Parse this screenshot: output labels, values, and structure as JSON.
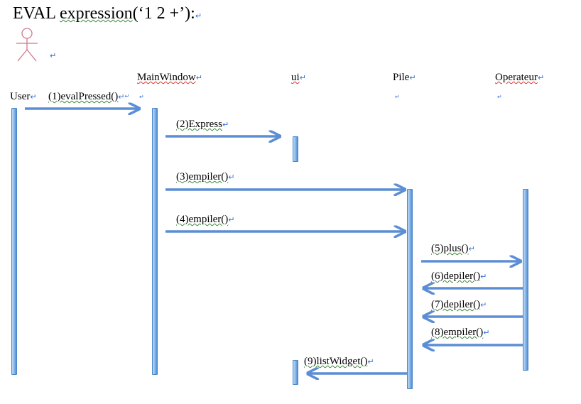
{
  "title": {
    "prefix": "EVAL ",
    "underlined": "expression",
    "suffix": "(‘1 2 +’):",
    "pilcrow": "↵"
  },
  "actor_pilcrow": "↵",
  "participants": [
    {
      "label": "User",
      "pilcrow": "↵"
    },
    {
      "label": "MainWindow",
      "pilcrow": "↵"
    },
    {
      "label": "ui",
      "pilcrow": "↵"
    },
    {
      "label": "Pile",
      "pilcrow": "↵"
    },
    {
      "label": "Operateur",
      "pilcrow": "↵"
    }
  ],
  "messages": [
    {
      "label": "(1)evalPressed()",
      "pilcrow": "↵"
    },
    {
      "label": "(2)Express",
      "pilcrow": "↵"
    },
    {
      "label": "(3)empiler()",
      "pilcrow": "↵"
    },
    {
      "label": "(4)empiler()",
      "pilcrow": "↵"
    },
    {
      "label": "(5)plus()",
      "pilcrow": "↵"
    },
    {
      "label": "(6)depiler()",
      "pilcrow": "↵"
    },
    {
      "label": "(7)depiler()",
      "pilcrow": "↵"
    },
    {
      "label": "(8)empiler()",
      "pilcrow": "↵"
    },
    {
      "label": "(9)listWidget()",
      "pilcrow": "↵"
    }
  ],
  "colors": {
    "arrow": "#5b8ed4",
    "lifeline": "#6aa3e3",
    "actor": "#d0788c",
    "pilcrow": "#2f6fd6"
  }
}
